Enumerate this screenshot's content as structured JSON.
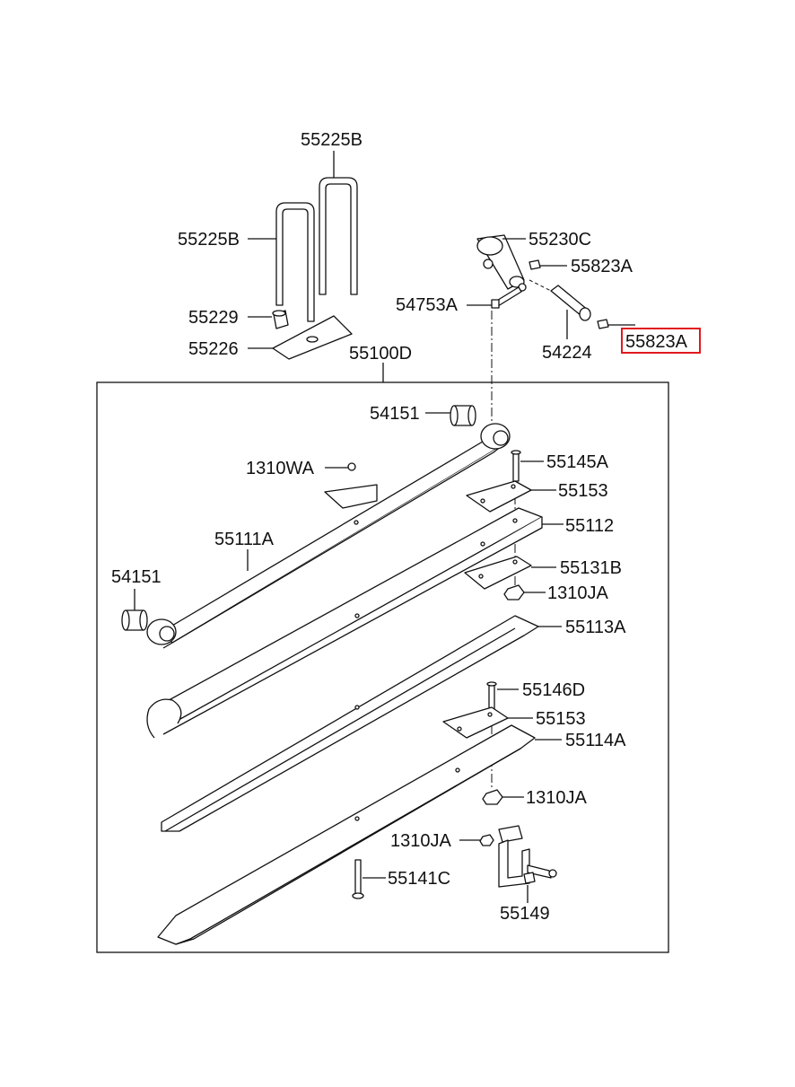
{
  "labels": {
    "l_55225B_top": "55225B",
    "l_55225B_left": "55225B",
    "l_55229": "55229",
    "l_55226": "55226",
    "l_55100D": "55100D",
    "l_55230C": "55230C",
    "l_55823A_a": "55823A",
    "l_54753A": "54753A",
    "l_54224": "54224",
    "l_55823A_b": "55823A",
    "l_54151_top": "54151",
    "l_1310WA": "1310WA",
    "l_55145A": "55145A",
    "l_55153_a": "55153",
    "l_55112": "55112",
    "l_55111A": "55111A",
    "l_54151_left": "54151",
    "l_55131B": "55131B",
    "l_1310JA_a": "1310JA",
    "l_55113A": "55113A",
    "l_55146D": "55146D",
    "l_55153_b": "55153",
    "l_55114A": "55114A",
    "l_1310JA_b": "1310JA",
    "l_1310JA_c": "1310JA",
    "l_55141C": "55141C",
    "l_55149": "55149"
  },
  "highlight": {
    "part": "55823A",
    "color": "#e0191f"
  }
}
